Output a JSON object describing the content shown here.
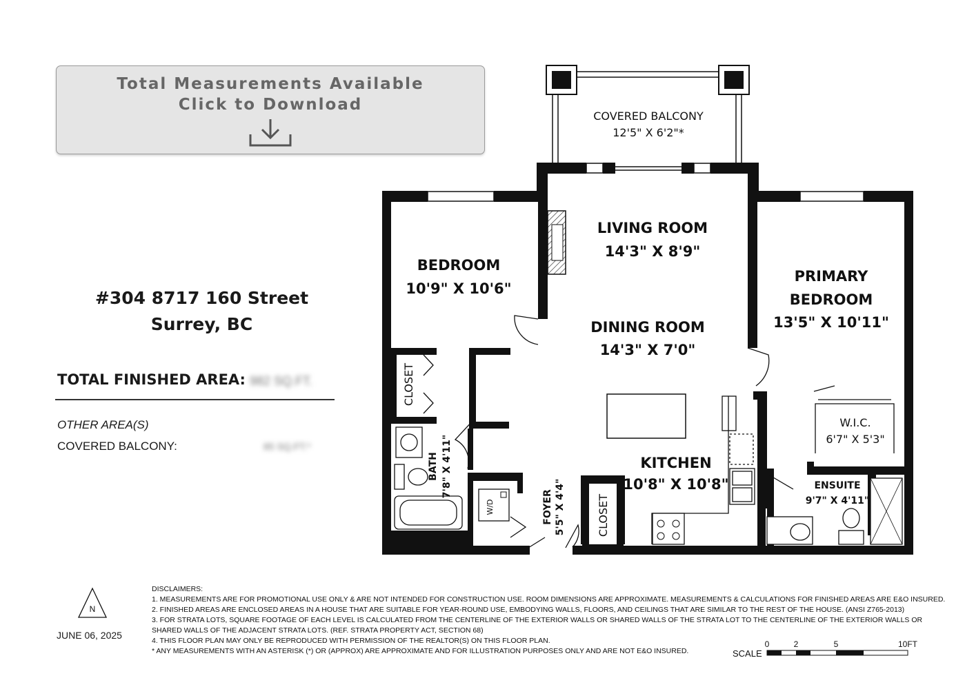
{
  "download": {
    "line1": "Total Measurements Available",
    "line2": "Click to Download"
  },
  "address": {
    "line1": "#304 8717 160 Street",
    "line2": "Surrey, BC"
  },
  "totals": {
    "finished_label": "TOTAL FINISHED AREA:",
    "finished_value": "982 SQ.FT.",
    "other_label": "OTHER AREA(S)",
    "balcony_label": "COVERED BALCONY:",
    "balcony_value": "85 SQ.FT.*"
  },
  "rooms": {
    "covered_balcony": {
      "name": "COVERED BALCONY",
      "dims": "12'5\" X 6'2\"*"
    },
    "living_room": {
      "name": "LIVING ROOM",
      "dims": "14'3\" X 8'9\""
    },
    "bedroom": {
      "name": "BEDROOM",
      "dims": "10'9\" X 10'6\""
    },
    "primary_bedroom": {
      "name1": "PRIMARY",
      "name2": "BEDROOM",
      "dims": "13'5\" X 10'11\""
    },
    "dining_room": {
      "name": "DINING ROOM",
      "dims": "14'3\" X 7'0\""
    },
    "wic": {
      "name": "W.I.C.",
      "dims": "6'7\" X 5'3\""
    },
    "kitchen": {
      "name": "KITCHEN",
      "dims": "10'8\" X 10'8\""
    },
    "ensuite": {
      "name": "ENSUITE",
      "dims": "9'7\" X 4'11\""
    },
    "bath": {
      "name": "BATH",
      "dims": "7'8\" X 4'11\""
    },
    "closet_left": {
      "name": "CLOSET"
    },
    "closet_foyer": {
      "name": "CLOSET"
    },
    "foyer": {
      "name": "FOYER",
      "dims": "5'5\" X 4'4\""
    },
    "wd": {
      "name": "W/D"
    }
  },
  "north_label": "N",
  "date": "JUNE 06, 2025",
  "disclaimers": {
    "heading": "DISCLAIMERS:",
    "lines": [
      "1. MEASUREMENTS ARE FOR PROMOTIONAL USE ONLY & ARE NOT INTENDED FOR CONSTRUCTION USE. ROOM DIMENSIONS ARE APPROXIMATE. MEASUREMENTS & CALCULATIONS FOR FINISHED AREAS ARE E&O INSURED.",
      "2. FINISHED AREAS ARE ENCLOSED AREAS IN A HOUSE THAT ARE SUITABLE FOR YEAR-ROUND USE, EMBODYING WALLS, FLOORS, AND CEILINGS THAT ARE SIMILAR TO THE REST OF THE HOUSE. (ANSI Z765-2013)",
      "3. FOR STRATA LOTS, SQUARE FOOTAGE OF EACH LEVEL IS CALCULATED FROM THE CENTERLINE OF THE EXTERIOR WALLS OR SHARED WALLS OF THE STRATA LOT TO THE CENTERLINE OF THE EXTERIOR WALLS OR",
      "SHARED WALLS OF THE ADJACENT STRATA LOTS. (REF. STRATA PROPERTY ACT, SECTION 68)",
      "4. THIS FLOOR PLAN MAY ONLY BE REPRODUCED WITH PERMISSION OF THE REALTOR(S) ON THIS FLOOR PLAN.",
      "* ANY MEASUREMENTS WITH AN ASTERISK (*) OR (APPROX) ARE APPROXIMATE AND FOR ILLUSTRATION PURPOSES ONLY AND ARE NOT E&O INSURED."
    ]
  },
  "scale": {
    "label": "SCALE",
    "ticks": [
      "0",
      "2",
      "5",
      "10FT"
    ]
  }
}
